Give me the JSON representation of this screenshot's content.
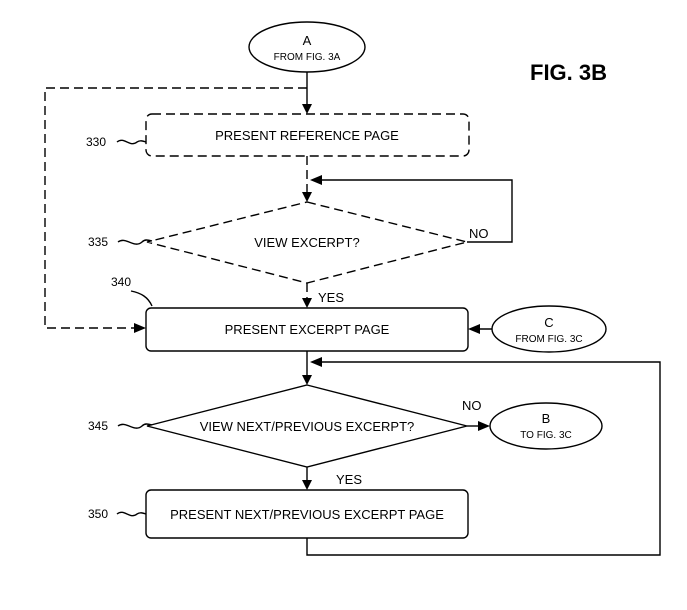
{
  "figure_label": "FIG. 3B",
  "connectors": {
    "a": {
      "letter": "A",
      "text": "FROM FIG. 3A"
    },
    "c": {
      "letter": "C",
      "text": "FROM FIG. 3C"
    },
    "b": {
      "letter": "B",
      "text": "TO FIG. 3C"
    }
  },
  "steps": {
    "s330": {
      "ref": "330",
      "text": "PRESENT REFERENCE PAGE"
    },
    "s335": {
      "ref": "335",
      "text": "VIEW EXCERPT?"
    },
    "s340": {
      "ref": "340",
      "text": "PRESENT EXCERPT PAGE"
    },
    "s345": {
      "ref": "345",
      "text": "VIEW NEXT/PREVIOUS EXCERPT?"
    },
    "s350": {
      "ref": "350",
      "text": "PRESENT NEXT/PREVIOUS EXCERPT PAGE"
    }
  },
  "branch_labels": {
    "d335_no": "NO",
    "d335_yes": "YES",
    "d345_no": "NO",
    "d345_yes": "YES"
  }
}
